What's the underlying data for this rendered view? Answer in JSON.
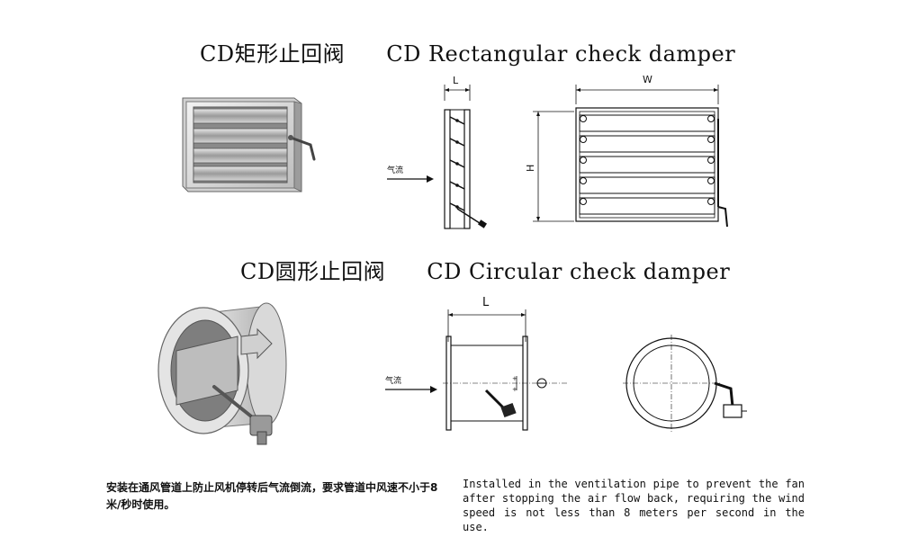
{
  "rectangular": {
    "title_cn": "CD矩形止回阀",
    "title_en": "CD Rectangular check damper",
    "airflow_label": "气流",
    "dim_depth": "L",
    "dim_width": "W",
    "dim_height": "H"
  },
  "circular": {
    "title_cn": "CD圆形止回阀",
    "title_en": "CD Circular check damper",
    "airflow_label": "气流",
    "dim_length": "L"
  },
  "description": {
    "cn": "安装在通风管道上防止风机停转后气流倒流，要求管道中风速不小于8米/秒时使用。",
    "en": "Installed in the ventilation pipe to prevent the fan after stopping the air flow back, requiring the wind speed is not less than 8 meters per second in the use."
  }
}
